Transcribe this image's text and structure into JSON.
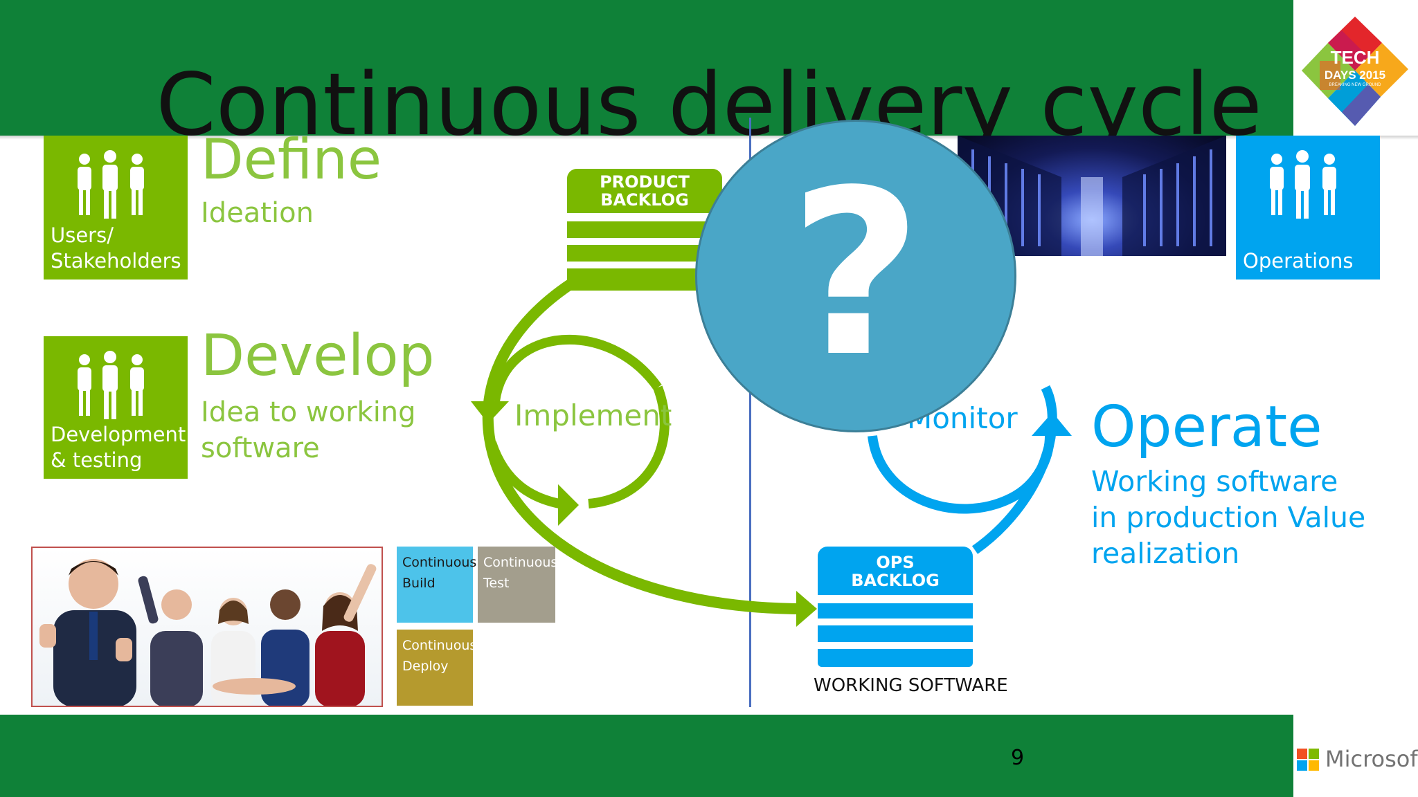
{
  "title": "Continuous delivery cycle",
  "define": {
    "heading": "Define",
    "subtitle": "Ideation"
  },
  "develop": {
    "heading": "Develop",
    "subtitle_line1": "Idea to working",
    "subtitle_line2": "software"
  },
  "operate": {
    "heading": "Operate",
    "line1": "Working software",
    "line2": "in production Value",
    "line3": "realization"
  },
  "roles": {
    "users_line1": "Users/",
    "users_line2": "Stakeholders",
    "dev_line1": "Development",
    "dev_line2": "& testing",
    "ops": "Operations"
  },
  "cycle": {
    "implement": "Implement",
    "monitor": "Monitor"
  },
  "product_backlog": {
    "line1": "PRODUCT",
    "line2": "BACKLOG"
  },
  "ops_backlog": {
    "line1": "OPS",
    "line2": "BACKLOG"
  },
  "working_software": "WORKING SOFTWARE",
  "tiles": {
    "build_line1": "Continuous",
    "build_line2": "Build",
    "test_line1": "Continuous",
    "test_line2": "Test",
    "deploy_line1": "Continuous",
    "deploy_line2": "Deploy"
  },
  "overlay_symbol": "?",
  "page_number": "9",
  "brand": "Microsoft",
  "logo": {
    "line1": "TECH",
    "line2": "DAYS 2015",
    "tagline": "BREAKING NEW GROUND"
  },
  "colors": {
    "green_bar": "#0f8138",
    "lime": "#7ab800",
    "blue": "#00a4ef",
    "tile_build": "#4dc3ea",
    "tile_test": "#a39e8d",
    "tile_deploy": "#b59a2e",
    "question_circle": "#4aa6c7"
  }
}
